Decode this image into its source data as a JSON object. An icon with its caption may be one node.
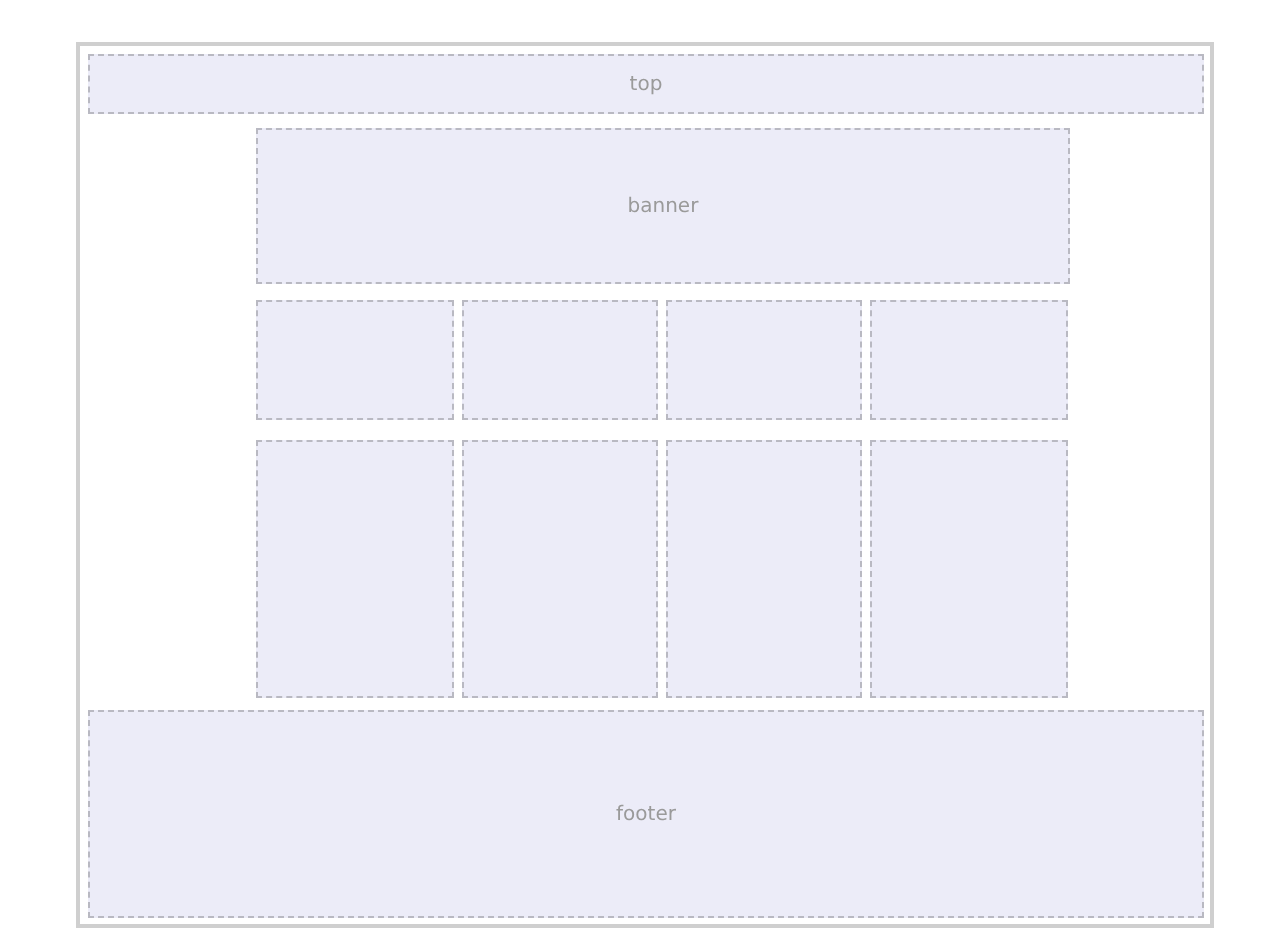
{
  "diagram": {
    "nodes": [
      {
        "text": [],
        "shape": "box"
      },
      {
        "text": [
          "top"
        ],
        "in": 0
      },
      {
        "text": [
          "banner"
        ],
        "in": 0
      },
      {
        "text": [],
        "shape": "box",
        "in": 0
      },
      {
        "text": [],
        "shape": "box",
        "in": 0
      },
      {
        "text": [],
        "shape": "box",
        "in": 0
      },
      {
        "text": [],
        "shape": "box",
        "in": 0
      },
      {
        "text": [],
        "shape": "box",
        "in": 0
      },
      {
        "text": [],
        "shape": "box",
        "in": 0
      },
      {
        "text": [],
        "shape": "box",
        "in": 0
      },
      {
        "text": [],
        "shape": "box",
        "in": 0
      },
      {
        "text": [
          "footer"
        ],
        "in": 0
      }
    ],
    "edges": []
  }
}
